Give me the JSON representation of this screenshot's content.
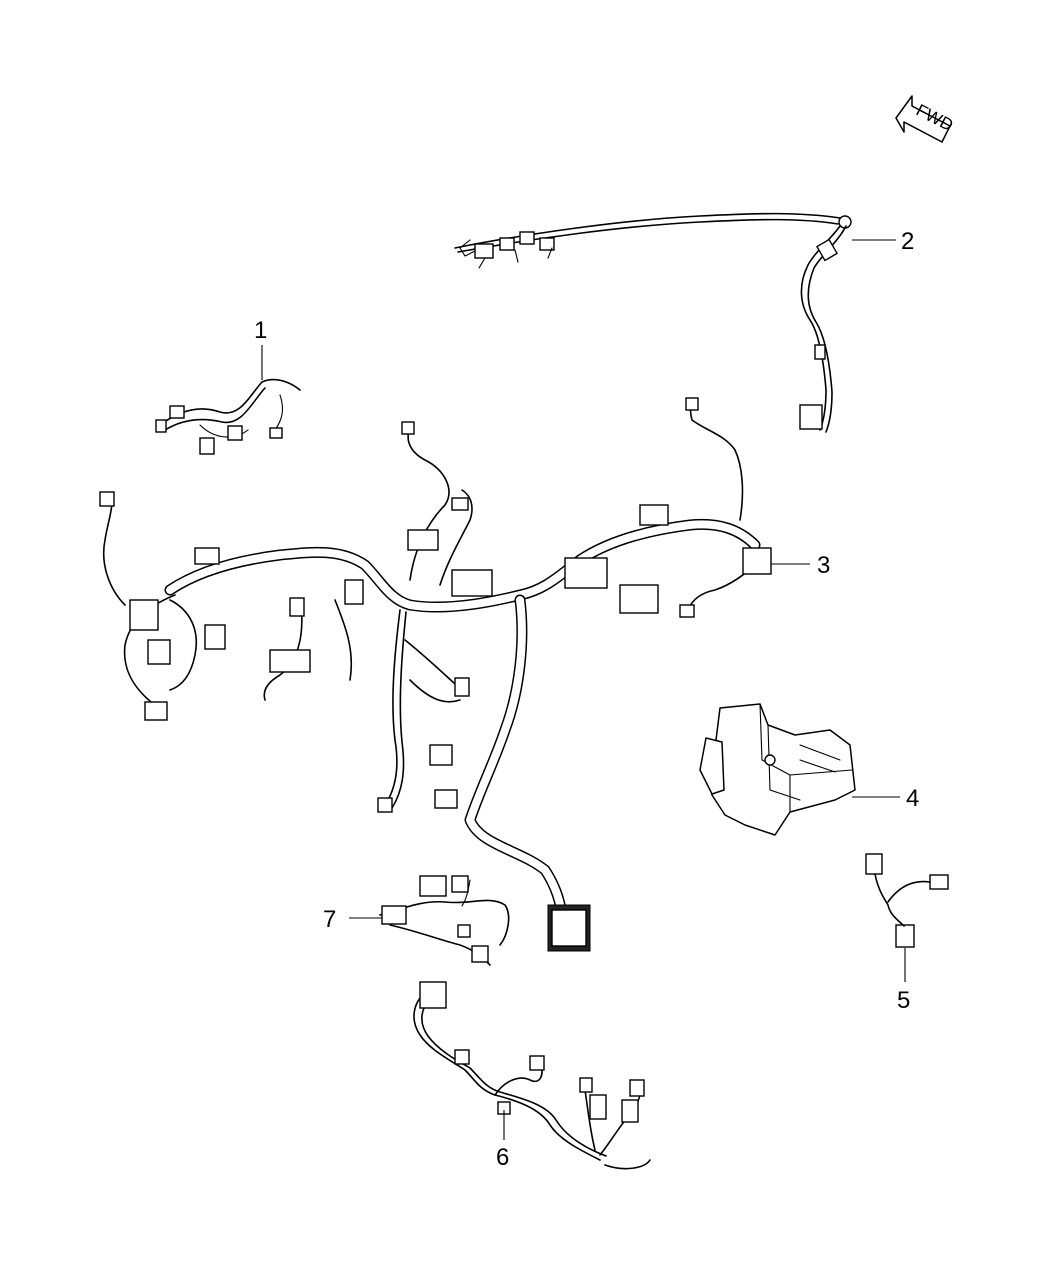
{
  "direction_indicator": {
    "label": "FWD"
  },
  "callouts": [
    {
      "id": "1",
      "label": "1"
    },
    {
      "id": "2",
      "label": "2"
    },
    {
      "id": "3",
      "label": "3"
    },
    {
      "id": "4",
      "label": "4"
    },
    {
      "id": "5",
      "label": "5"
    },
    {
      "id": "6",
      "label": "6"
    },
    {
      "id": "7",
      "label": "7"
    }
  ]
}
